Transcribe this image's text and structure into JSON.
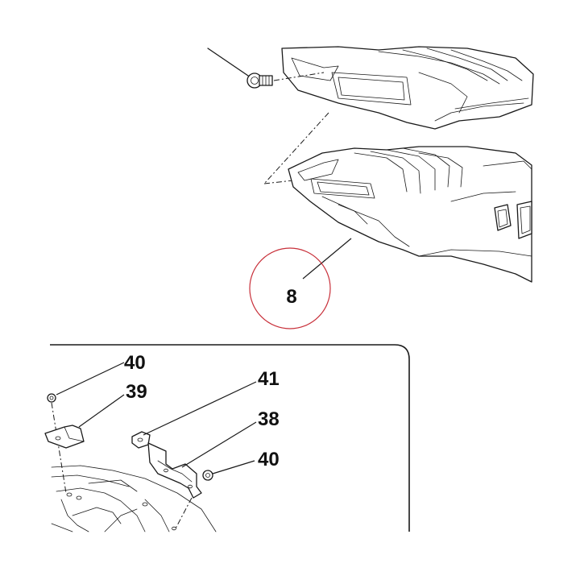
{
  "callouts": {
    "main": "8",
    "inset_top_left_nut": "40",
    "inset_left_bracket": "39",
    "inset_right_plate": "41",
    "inset_right_bracket": "38",
    "inset_right_nut": "40"
  },
  "colors": {
    "highlight_circle": "#c8303a",
    "line": "#1a1a1a"
  }
}
